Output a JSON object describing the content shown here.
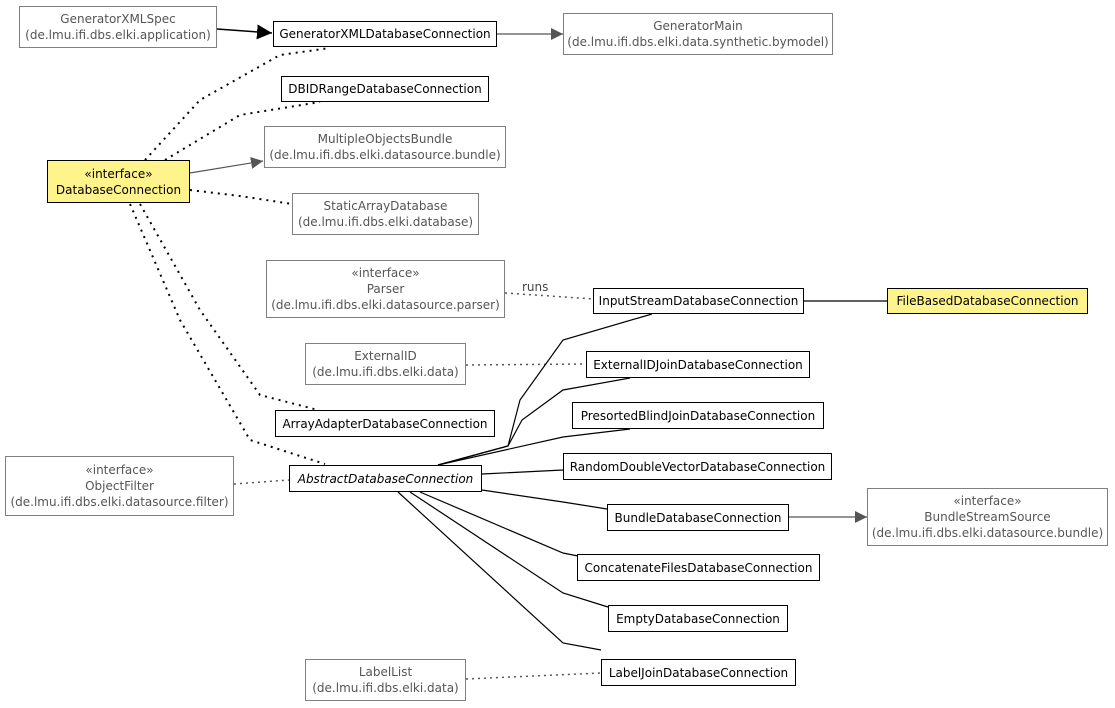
{
  "nodes": {
    "gen_xml_spec": {
      "name": "GeneratorXMLSpec",
      "package": "(de.lmu.ifi.dbs.elki.application)"
    },
    "gen_xml_db": {
      "name": "GeneratorXMLDatabaseConnection"
    },
    "gen_main": {
      "name": "GeneratorMain",
      "package": "(de.lmu.ifi.dbs.elki.data.synthetic.bymodel)"
    },
    "dbid_range": {
      "name": "DBIDRangeDatabaseConnection"
    },
    "multi_obj": {
      "name": "MultipleObjectsBundle",
      "package": "(de.lmu.ifi.dbs.elki.datasource.bundle)"
    },
    "db_conn": {
      "stereotype": "«interface»",
      "name": "DatabaseConnection"
    },
    "static_arr": {
      "name": "StaticArrayDatabase",
      "package": "(de.lmu.ifi.dbs.elki.database)"
    },
    "parser": {
      "stereotype": "«interface»",
      "name": "Parser",
      "package": "(de.lmu.ifi.dbs.elki.datasource.parser)"
    },
    "input_stream": {
      "name": "InputStreamDatabaseConnection"
    },
    "file_based": {
      "name": "FileBasedDatabaseConnection"
    },
    "external_id": {
      "name": "ExternalID",
      "package": "(de.lmu.ifi.dbs.elki.data)"
    },
    "ext_id_join": {
      "name": "ExternalIDJoinDatabaseConnection"
    },
    "array_adapter": {
      "name": "ArrayAdapterDatabaseConnection"
    },
    "presorted": {
      "name": "PresortedBlindJoinDatabaseConnection"
    },
    "object_filter": {
      "stereotype": "«interface»",
      "name": "ObjectFilter",
      "package": "(de.lmu.ifi.dbs.elki.datasource.filter)"
    },
    "abstract_db": {
      "name": "AbstractDatabaseConnection"
    },
    "random_double": {
      "name": "RandomDoubleVectorDatabaseConnection"
    },
    "bundle_db": {
      "name": "BundleDatabaseConnection"
    },
    "bundle_stream": {
      "stereotype": "«interface»",
      "name": "BundleStreamSource",
      "package": "(de.lmu.ifi.dbs.elki.datasource.bundle)"
    },
    "concat": {
      "name": "ConcatenateFilesDatabaseConnection"
    },
    "empty": {
      "name": "EmptyDatabaseConnection"
    },
    "label_list": {
      "name": "LabelList",
      "package": "(de.lmu.ifi.dbs.elki.data)"
    },
    "label_join": {
      "name": "LabelJoinDatabaseConnection"
    }
  },
  "edge_labels": {
    "runs": "runs"
  },
  "colors": {
    "highlight": "#fff38c",
    "external_border": "#7f7f7f",
    "dotted": "#000000"
  }
}
